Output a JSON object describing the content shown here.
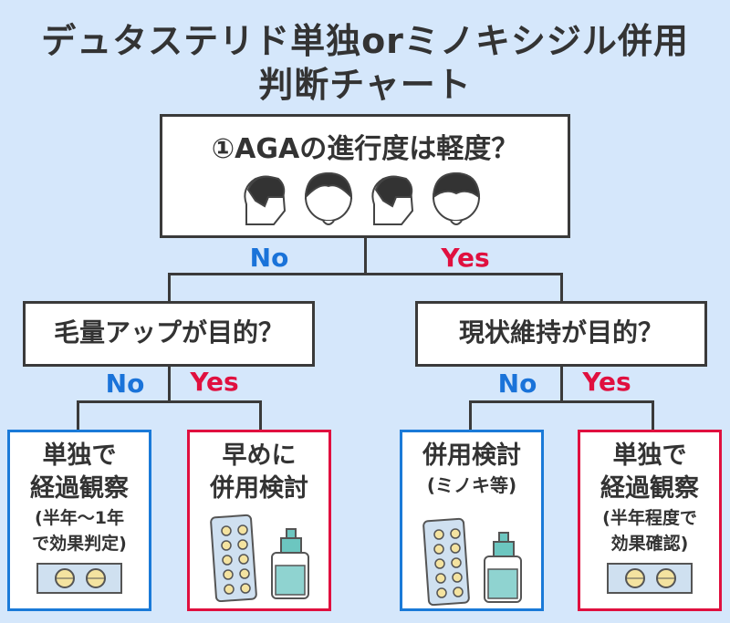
{
  "title": {
    "line1": "デュタステリド単独orミノキシジル併用",
    "line2": "判断チャート"
  },
  "root": {
    "question": "①AGAの進行度は軽度？"
  },
  "branch_labels": {
    "no": "No",
    "yes": "Yes"
  },
  "mid": {
    "left": "毛量アップが目的？",
    "right": "現状維持が目的？"
  },
  "leaves": [
    {
      "line1": "単独で",
      "line2": "経過観察",
      "note1": "(半年〜1年",
      "note2": "で効果判定)"
    },
    {
      "line1": "早めに",
      "line2": "併用検討"
    },
    {
      "line1": "併用検討",
      "note1": "(ミノキ等)"
    },
    {
      "line1": "単独で",
      "line2": "経過観察",
      "note1": "(半年程度で",
      "note2": "効果確認)"
    }
  ],
  "colors": {
    "background": "#d5e7fb",
    "no": "#1a73d9",
    "yes": "#e0103f"
  }
}
